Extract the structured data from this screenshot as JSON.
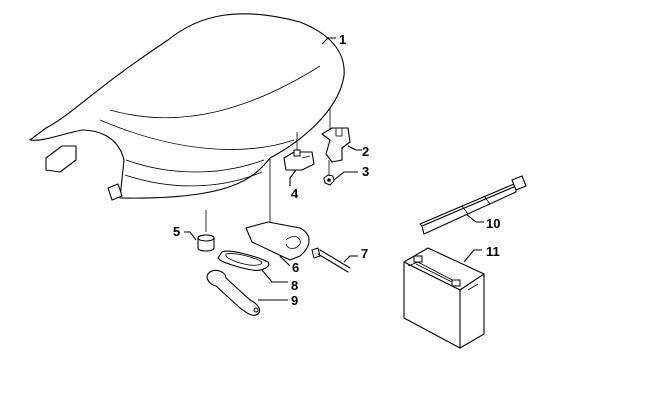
{
  "callouts": [
    {
      "id": "1",
      "label": "1"
    },
    {
      "id": "2",
      "label": "2"
    },
    {
      "id": "3",
      "label": "3"
    },
    {
      "id": "4",
      "label": "4"
    },
    {
      "id": "5",
      "label": "5"
    },
    {
      "id": "6",
      "label": "6"
    },
    {
      "id": "7",
      "label": "7"
    },
    {
      "id": "8",
      "label": "8"
    },
    {
      "id": "9",
      "label": "9"
    },
    {
      "id": "10",
      "label": "10"
    },
    {
      "id": "11",
      "label": "11"
    }
  ],
  "parts": [
    {
      "name": "seat",
      "callout": "1"
    },
    {
      "name": "latch",
      "callout": "2"
    },
    {
      "name": "nut",
      "callout": "3"
    },
    {
      "name": "bracket",
      "callout": "4"
    },
    {
      "name": "bumper",
      "callout": "5"
    },
    {
      "name": "tool-cover",
      "callout": "6"
    },
    {
      "name": "bolt",
      "callout": "7"
    },
    {
      "name": "seal",
      "callout": "8"
    },
    {
      "name": "spanner-wrench",
      "callout": "9"
    },
    {
      "name": "strap",
      "callout": "10"
    },
    {
      "name": "battery",
      "callout": "11"
    }
  ]
}
